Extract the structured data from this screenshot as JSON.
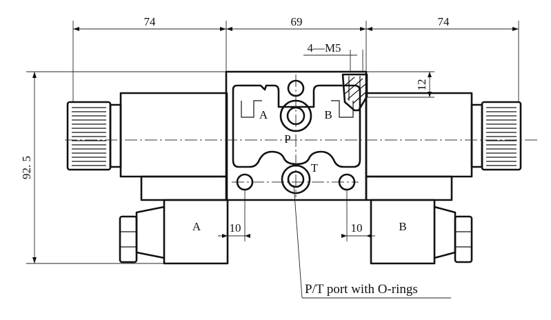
{
  "dimensions": {
    "left_width": "74",
    "center_width": "69",
    "right_width": "74",
    "height": "92. 5",
    "thread": "4—M5",
    "thread_depth": "12",
    "left_offset": "10",
    "right_offset": "10"
  },
  "ports": {
    "a": "A",
    "b": "B",
    "p": "P",
    "t": "T"
  },
  "solenoids": {
    "left": "A",
    "right": "B"
  },
  "callout": "P/T port with O-rings"
}
